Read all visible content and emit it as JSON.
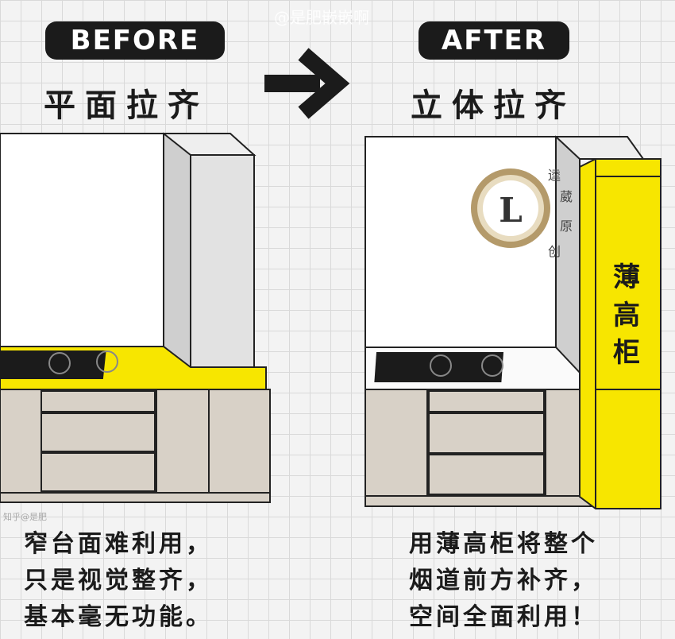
{
  "watermark": {
    "handle": "@是肥嵌嵌啊",
    "corner": "知乎@是肥"
  },
  "before": {
    "badge": "BEFORE",
    "title": "平面拉齐",
    "caption": [
      "窄台面难利用，",
      "只是视觉整齐，",
      "基本毫无功能。"
    ]
  },
  "after": {
    "badge": "AFTER",
    "title": "立体拉齐",
    "tall_cabinet_label": [
      "薄",
      "高",
      "柜"
    ],
    "clock_letter": "L",
    "side_mark": [
      "逵",
      "葳",
      "原",
      "创"
    ],
    "caption": [
      "用薄高柜将整个",
      "烟道前方补齐，",
      "空间全面利用！"
    ]
  },
  "colors": {
    "accent_yellow": "#f7e600",
    "cabinet": "#d8d1c7",
    "dark": "#1b1b1b"
  }
}
